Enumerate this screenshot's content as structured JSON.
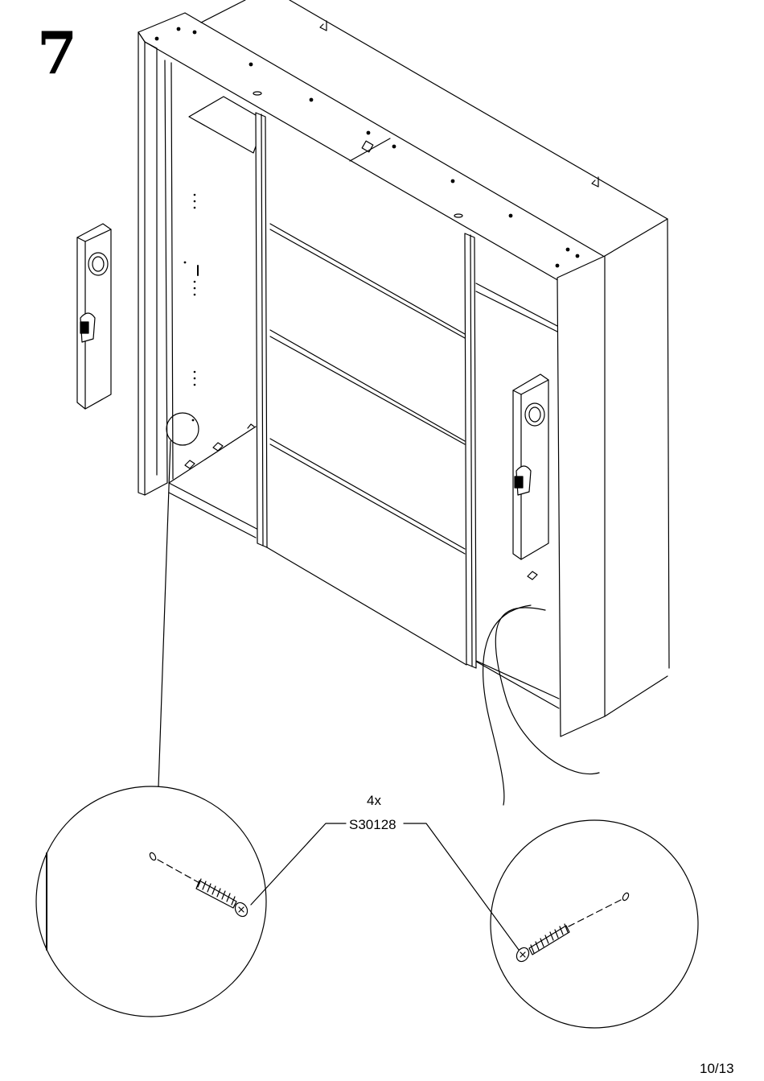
{
  "step": {
    "number": "7"
  },
  "fastener": {
    "quantity": "4x",
    "part_code": "S30128"
  },
  "page": {
    "label": "10/13"
  },
  "icons": [
    "cabinet-assembly",
    "door-hinge",
    "screw",
    "detail-magnifier"
  ]
}
